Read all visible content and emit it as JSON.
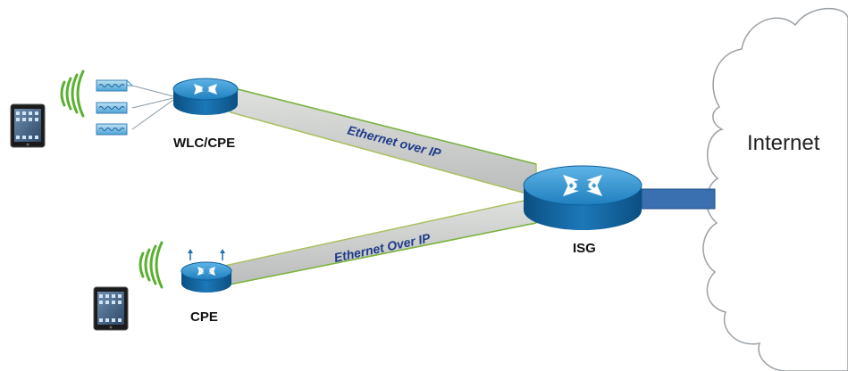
{
  "labels": {
    "wlc_cpe": "WLC/CPE",
    "cpe": "CPE",
    "isg": "ISG",
    "internet": "Internet",
    "tunnel_top": "Ethernet over IP",
    "tunnel_bottom": "Ethernet Over IP"
  },
  "colors": {
    "router_top": "#2a8cc8",
    "router_side": "#0d5f9a",
    "tunnel_fill": "#c9ccca",
    "tunnel_edge": "#7cb342",
    "tunnel_text": "#1f3a8a",
    "uplink": "#3a6fb0",
    "wifi": "#5ab030",
    "cloud_stroke": "#9aa0a6"
  },
  "icons": {
    "router": "router-icon",
    "access_point": "access-point-icon",
    "tablet": "tablet-icon",
    "wifi": "wifi-signal-icon",
    "cloud": "cloud-icon"
  }
}
